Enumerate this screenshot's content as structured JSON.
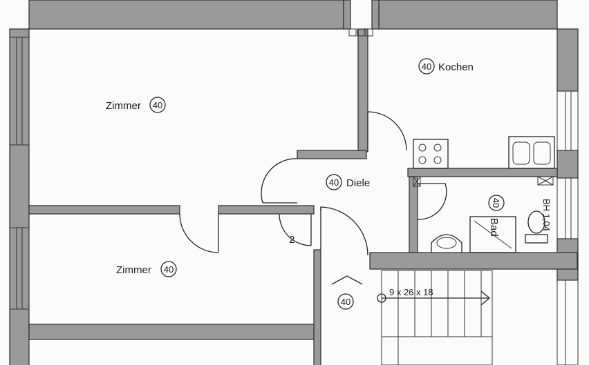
{
  "plan": {
    "rooms": [
      {
        "name": "Zimmer",
        "number": "40"
      },
      {
        "name": "Kochen",
        "number": "40"
      },
      {
        "name": "Diele",
        "number": "40"
      },
      {
        "name": "Bad",
        "number": "40"
      },
      {
        "name": "Zimmer",
        "number": "40"
      }
    ],
    "stair_number": "40",
    "stair_dimensions": "9 x 26 x 18",
    "room_height_tag": "BH 1,04",
    "fragment_text": "2"
  },
  "colors": {
    "wall_fill": "#9a9a9a",
    "line": "#222222",
    "paper": "#fbfbfb"
  },
  "icons": [
    "stove-icon",
    "sink-icon",
    "washbasin-icon",
    "toilet-icon",
    "shower-tray-icon",
    "shaft-icon",
    "stair-arrow-icon"
  ]
}
